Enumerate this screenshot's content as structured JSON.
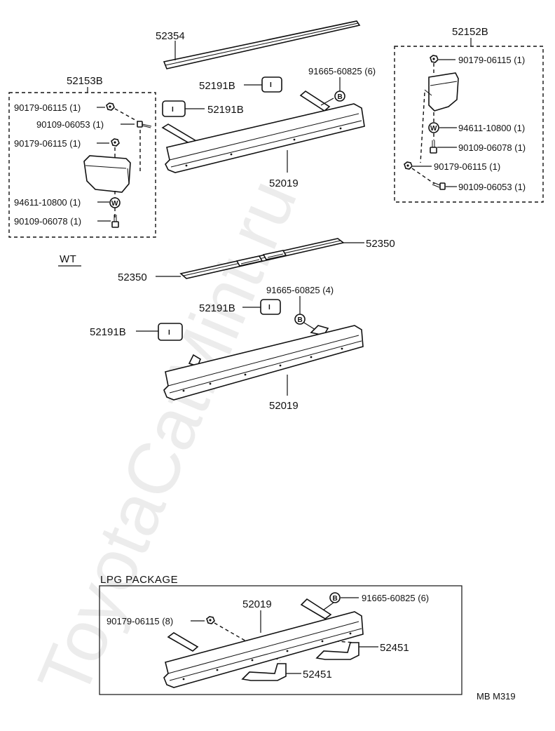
{
  "watermark": "ToyotaCatMint.ru",
  "groups": {
    "g52153": {
      "code": "52153B"
    },
    "g52152": {
      "code": "52152B"
    },
    "wt": {
      "title": "WT"
    },
    "lpg": {
      "title": "LPG PACKAGE"
    }
  },
  "labels": {
    "p52354": "52354",
    "p52191_a": "52191B",
    "p52191_b": "52191B",
    "p91665_a": "91665-60825 (6)",
    "p52019_a": "52019",
    "l_nut1": "90179-06115 (1)",
    "l_bolt1": "90109-06053 (1)",
    "l_nut2": "90179-06115 (1)",
    "l_washer": "94611-10800 (1)",
    "l_bolt2": "90109-06078 (1)",
    "r_nut1": "90179-06115 (1)",
    "r_washer": "94611-10800 (1)",
    "r_bolt2": "90109-06078 (1)",
    "r_nut2": "90179-06115 (1)",
    "r_bolt1": "90109-06053 (1)",
    "p52350_a": "52350",
    "p52350_b": "52350",
    "p91665_b": "91665-60825 (4)",
    "p52191_c": "52191B",
    "p52191_d": "52191B",
    "p52019_b": "52019",
    "p52019_c": "52019",
    "p90179_lpg": "90179-06115 (8)",
    "p91665_c": "91665-60825 (6)",
    "p52451_a": "52451",
    "p52451_b": "52451"
  },
  "symbols": {
    "bolt_b": "B",
    "washer_w": "W",
    "cap_i": "I"
  },
  "footer": {
    "code": "MB  M319"
  }
}
